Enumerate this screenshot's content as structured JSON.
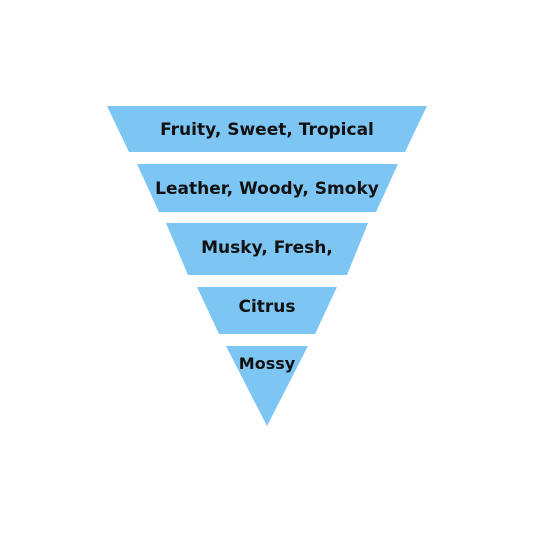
{
  "colors": {
    "tier_fill": "#7dc5f2",
    "text": "#111111",
    "background": "#ffffff"
  },
  "pyramid": {
    "tiers": [
      {
        "label": "Fruity, Sweet, Tropical"
      },
      {
        "label": "Leather, Woody, Smoky"
      },
      {
        "label": "Musky, Fresh,"
      },
      {
        "label": "Citrus"
      },
      {
        "label": "Mossy"
      }
    ]
  }
}
